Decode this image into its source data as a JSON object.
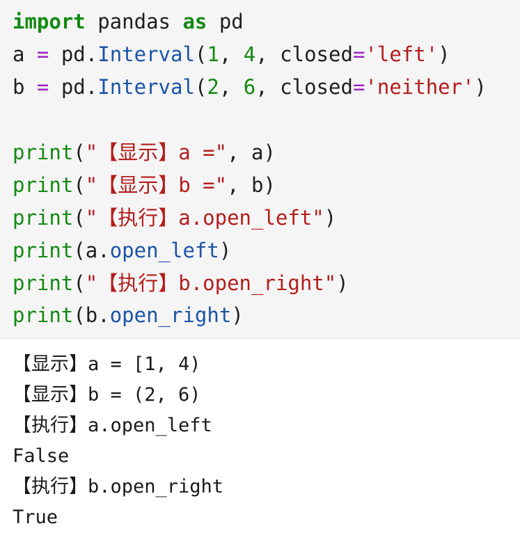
{
  "code": {
    "line1": {
      "kw1": "import",
      "mid": " pandas ",
      "kw2": "as",
      "tail": " pd"
    },
    "line2": {
      "var": "a ",
      "op": "=",
      "obj": " pd.",
      "fn": "Interval",
      "open": "(",
      "n1": "1",
      "sep1": ", ",
      "n2": "4",
      "sep2": ", closed",
      "eq": "=",
      "str": "'left'",
      "close": ")"
    },
    "line3": {
      "var": "b ",
      "op": "=",
      "obj": " pd.",
      "fn": "Interval",
      "open": "(",
      "n1": "2",
      "sep1": ", ",
      "n2": "6",
      "sep2": ", closed",
      "eq": "=",
      "str": "'neither'",
      "close": ")"
    },
    "line5": {
      "fn": "print",
      "open": "(",
      "str": "\"【显示】a =\"",
      "rest": ", a)"
    },
    "line6": {
      "fn": "print",
      "open": "(",
      "str": "\"【显示】b =\"",
      "rest": ", b)"
    },
    "line7": {
      "fn": "print",
      "open": "(",
      "str": "\"【执行】a.open_left\"",
      "rest": ")"
    },
    "line8": {
      "fn": "print",
      "open": "(a.",
      "attr": "open_left",
      "rest": ")"
    },
    "line9": {
      "fn": "print",
      "open": "(",
      "str": "\"【执行】b.open_right\"",
      "rest": ")"
    },
    "line10": {
      "fn": "print",
      "open": "(b.",
      "attr": "open_right",
      "rest": ")"
    }
  },
  "output": [
    "【显示】a = [1, 4)",
    "【显示】b = (2, 6)",
    "【执行】a.open_left",
    "False",
    "【执行】b.open_right",
    "True"
  ],
  "colors": {
    "keyword": "#128a12",
    "operator": "#a022c6",
    "string": "#b51c1c",
    "attribute": "#1b54a8",
    "cell_bg": "#f5f5f5"
  }
}
